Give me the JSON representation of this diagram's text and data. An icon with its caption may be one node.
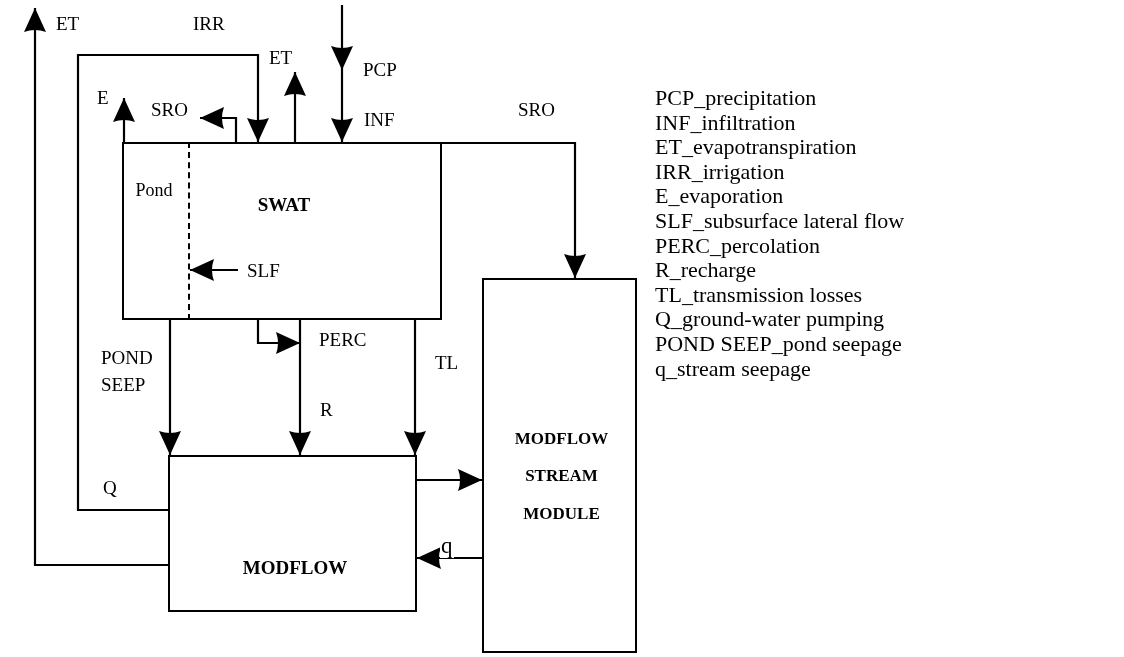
{
  "diagram": {
    "nodes": [
      {
        "text": [
          "SWAT"
        ]
      },
      {
        "text": [
          "Pond"
        ],
        "in": 0
      },
      {
        "text": [
          "MODFLOW"
        ]
      },
      {
        "text": [
          "MODFLOW STREAM MODULE"
        ]
      }
    ],
    "edges": [
      {
        "from": 2,
        "to": null,
        "arrow": "to",
        "label": "ET"
      },
      {
        "from": 2,
        "to": 0,
        "arrow": "to",
        "label": "IRR"
      },
      {
        "from": 1,
        "to": null,
        "arrow": "to",
        "label": "E"
      },
      {
        "from": 0,
        "to": null,
        "arrow": "to",
        "label": "SRO"
      },
      {
        "from": 0,
        "to": null,
        "arrow": "to",
        "label": "ET"
      },
      {
        "from": null,
        "to": 0,
        "arrow": "to",
        "label": "PCP"
      },
      {
        "from": 0,
        "to": 3,
        "arrow": "to",
        "label": "SRO"
      },
      {
        "from": null,
        "to": 1,
        "arrow": "to",
        "label": "SLF"
      },
      {
        "from": 0,
        "to": null,
        "arrow": "to"
      },
      {
        "from": 1,
        "to": 2,
        "arrow": "to",
        "label": "POND SEEP"
      },
      {
        "from": 0,
        "to": 2,
        "arrow": "to",
        "label": "PERC"
      },
      {
        "from": 0,
        "to": 2,
        "arrow": "to",
        "label": "TL"
      },
      {
        "from": 2,
        "to": 3,
        "arrow": "to"
      },
      {
        "from": 3,
        "to": 2,
        "arrow": "to",
        "label": "q"
      }
    ],
    "labels": [
      "INF",
      "R",
      "Q",
      "PCP_precipitation",
      "INF_infiltration",
      "ET_evapotranspiration",
      "IRR_irrigation",
      "E_evaporation",
      "SLF_subsurface lateral flow",
      "PERC_percolation",
      "R_recharge",
      "TL_transmission losses",
      "Q_ground-water pumping",
      "POND SEEP_pond seepage",
      "q_stream seepage"
    ]
  }
}
